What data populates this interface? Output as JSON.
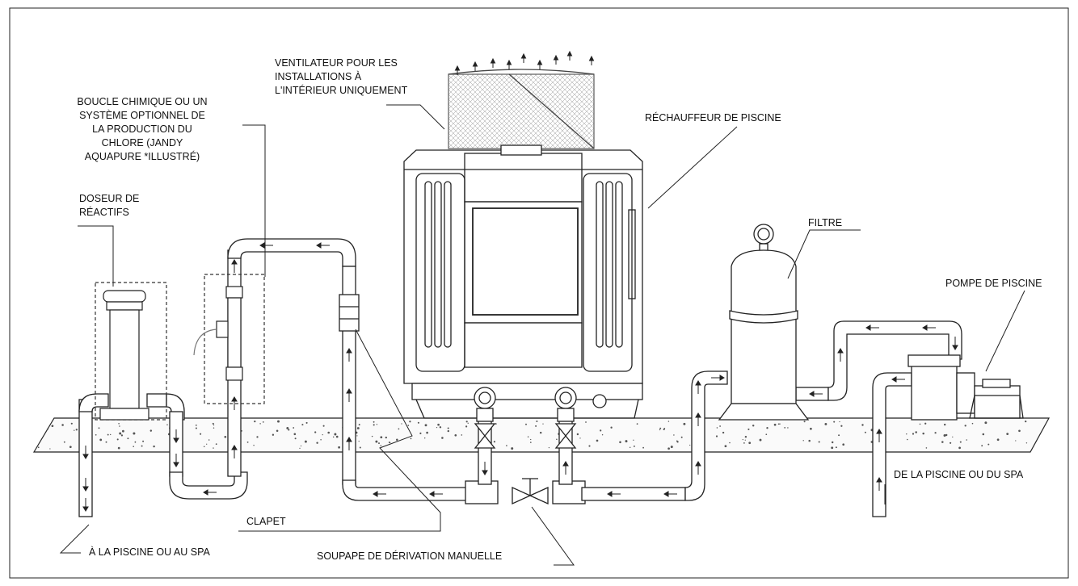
{
  "labels": {
    "fan": [
      "VENTILATEUR POUR LES",
      "INSTALLATIONS À",
      "L'INTÉRIEUR UNIQUEMENT"
    ],
    "chem_loop": [
      "BOUCLE CHIMIQUE OU UN",
      "SYSTÈME OPTIONNEL DE",
      "LA PRODUCTION DU",
      "CHLORE (JANDY",
      "AQUAPURE *ILLUSTRÉ)"
    ],
    "heater": "RÉCHAUFFEUR DE PISCINE",
    "feeder": [
      "DOSEUR DE",
      "RÉACTIFS"
    ],
    "filter": "FILTRE",
    "pump": "POMPE DE PISCINE",
    "check_valve": "CLAPET",
    "from_pool": "DE LA PISCINE OU DU SPA",
    "to_pool": "À LA PISCINE OU AU SPA",
    "bypass_valve": "SOUPAPE DE DÉRIVATION MANUELLE"
  },
  "colors": {
    "line": "#222222",
    "dashed": "#333333",
    "ground_dots": "#555555"
  }
}
